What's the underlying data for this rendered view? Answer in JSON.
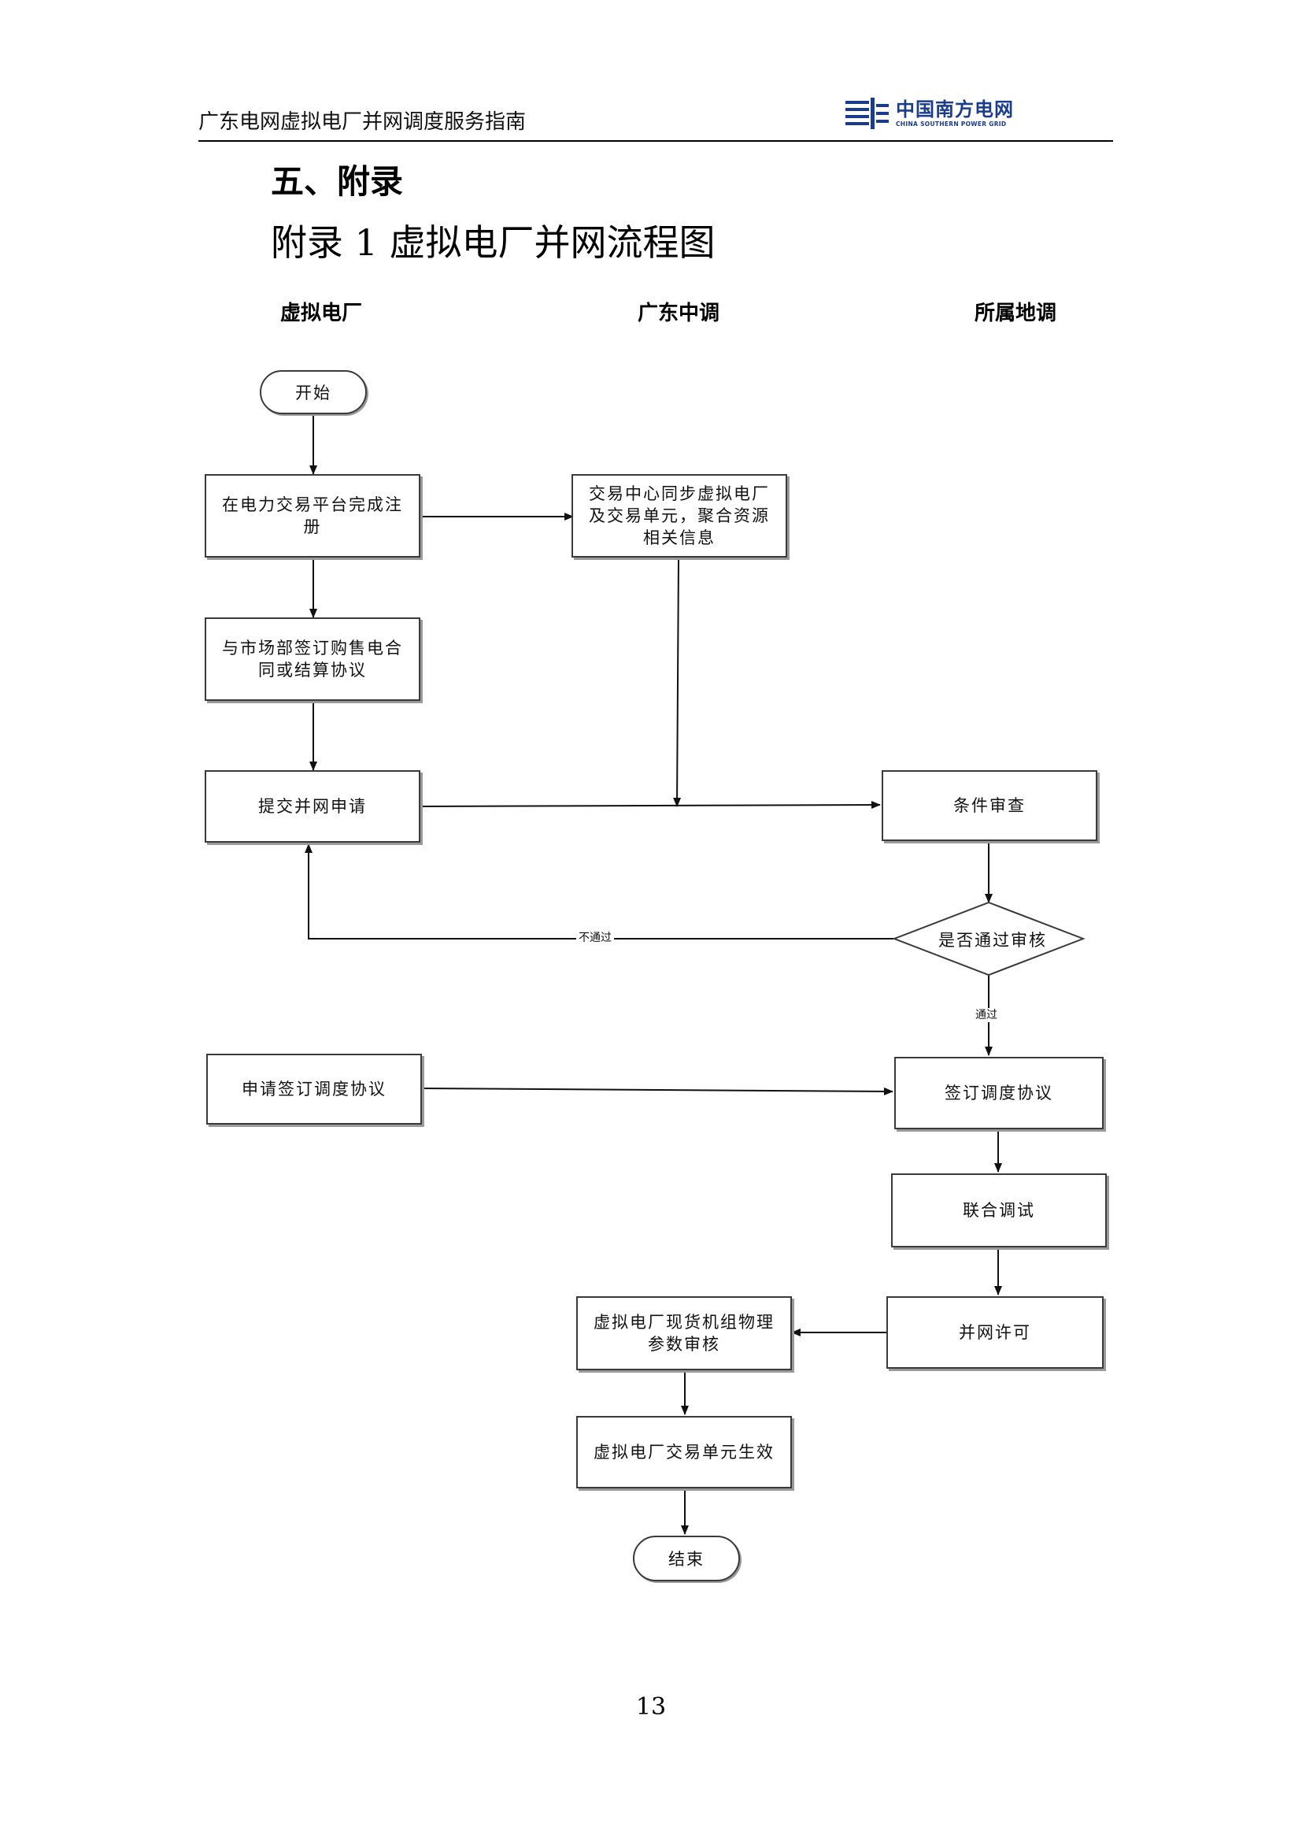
{
  "header": {
    "doc_title": "广东电网虚拟电厂并网调度服务指南",
    "logo_cn": "中国南方电网",
    "logo_en": "CHINA SOUTHERN POWER GRID"
  },
  "section_title": "五、附录",
  "appendix_title": "附录 1  虚拟电厂并网流程图",
  "lanes": [
    "虚拟电厂",
    "广东中调",
    "所属地调"
  ],
  "nodes": {
    "start": "开始",
    "register": "在电力交易平台完成注册",
    "sync": "交易中心同步虚拟电厂及交易单元，聚合资源相关信息",
    "contract": "与市场部签订购售电合同或结算协议",
    "apply": "提交并网申请",
    "check": "条件审查",
    "decision": "是否通过审核",
    "apply_agreement": "申请签订调度协议",
    "sign_agreement": "签订调度协议",
    "joint_debug": "联合调试",
    "permit": "并网许可",
    "param_review": "虚拟电厂现货机组物理参数审核",
    "unit_effective": "虚拟电厂交易单元生效",
    "end": "结束"
  },
  "edges": {
    "reject": "不通过",
    "pass": "通过"
  },
  "page_number": "13"
}
